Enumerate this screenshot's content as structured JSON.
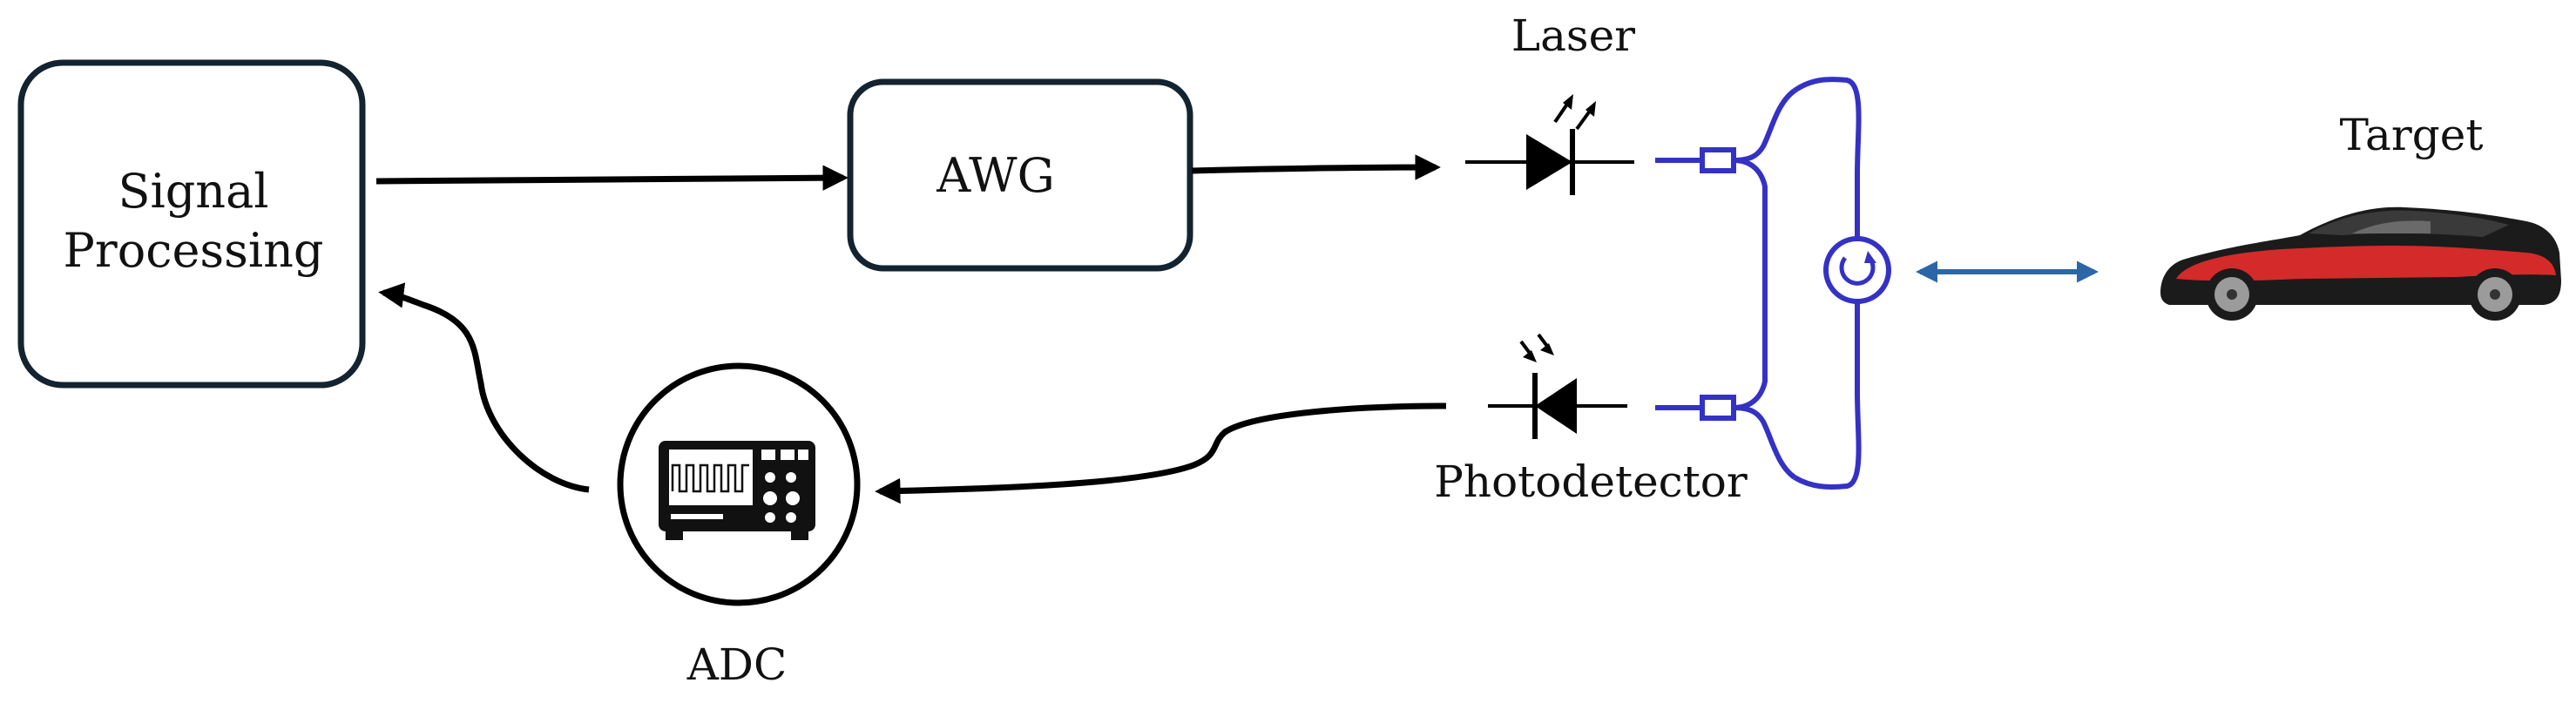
{
  "diagram": {
    "signal_processing": {
      "line1": "Signal",
      "line2": "Processing"
    },
    "awg": "AWG",
    "laser": "Laser",
    "photodetector": "Photodetector",
    "adc": "ADC",
    "target": "Target"
  },
  "colors": {
    "box_stroke": "#13232f",
    "arrow": "#000000",
    "fiber": "#3432c4",
    "double_arrow": "#2b67a8",
    "car_red": "#d42a2a",
    "car_dark": "#1b1b1b"
  },
  "icons": {
    "laser": "laser-diode-icon",
    "photodetector": "photodiode-icon",
    "adc": "oscilloscope-icon",
    "circulator": "circulator-icon",
    "target": "car-icon"
  }
}
